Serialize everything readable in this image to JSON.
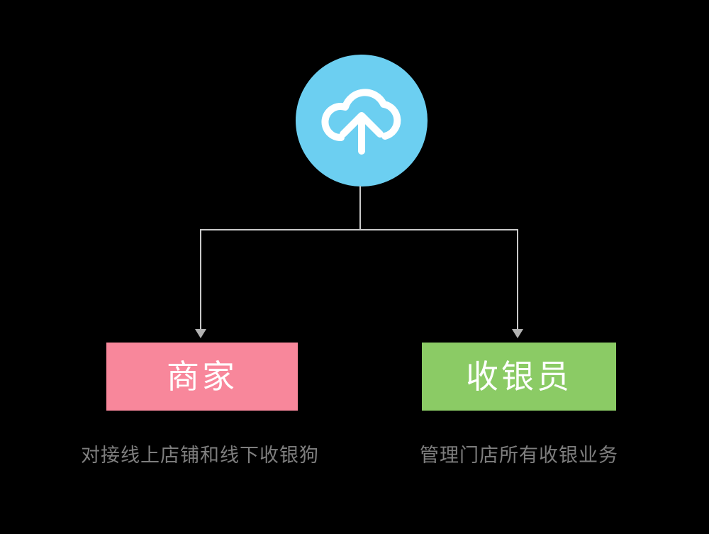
{
  "background": "#000000",
  "root_node": {
    "icon": "cloud-upload",
    "color": "#6CCFF1",
    "icon_color": "#FFFFFF"
  },
  "connector": {
    "line_color": "#C9C9C9",
    "arrow_color": "#B2B2B2"
  },
  "nodes": [
    {
      "id": "merchant",
      "label": "商家",
      "color": "#F8879B",
      "caption": "对接线上店铺和线下收银狗"
    },
    {
      "id": "cashier",
      "label": "收银员",
      "color": "#8BCB65",
      "caption": "管理门店所有收银业务"
    }
  ],
  "label_color": "#FFFFFF",
  "caption_color": "#7E7E7E"
}
